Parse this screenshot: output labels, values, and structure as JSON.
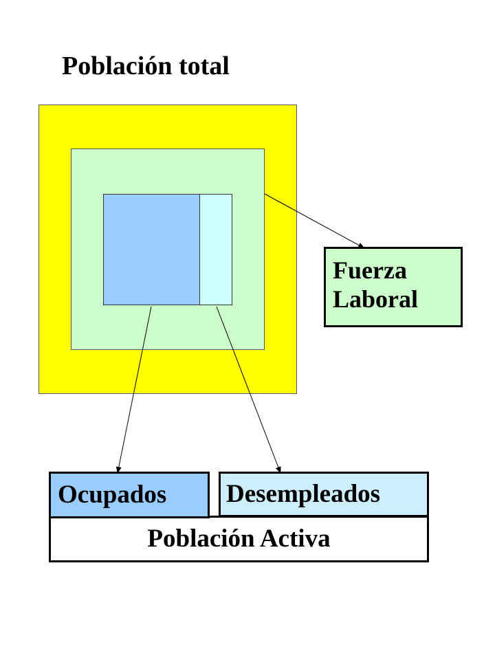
{
  "title": "Población total",
  "labels": {
    "fuerza_line1": "Fuerza",
    "fuerza_line2": "Laboral",
    "ocupados": "Ocupados",
    "desempleados": "Desempleados",
    "poblacion_activa": "Población Activa"
  },
  "colors": {
    "poblacion_total": "#ffff00",
    "fuerza_laboral": "#ccffcc",
    "ocupados": "#99ccff",
    "desempleados": "#ccffff",
    "desempleados_label": "#cceeff",
    "poblacion_activa": "#ffffff"
  }
}
